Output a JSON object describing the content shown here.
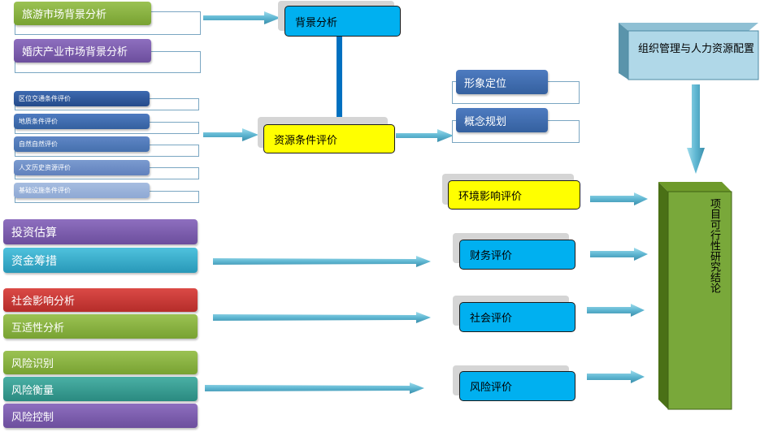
{
  "left_groups": {
    "market": [
      "旅游市场背景分析",
      "婚庆产业市场背景分析"
    ],
    "conditions": [
      "区位交通条件评价",
      "地质条件评价",
      "自然自然评价",
      "人文历史资源评价",
      "基础设施条件评价"
    ],
    "investment": [
      "投资估算",
      "资金筹措"
    ],
    "social": [
      "社会影响分析",
      "互适性分析"
    ],
    "risk": [
      "风险识别",
      "风险衡量",
      "风险控制"
    ]
  },
  "nodes": {
    "background": "背景分析",
    "resource": "资源条件评价",
    "positioning": "形象定位",
    "concept": "概念规划",
    "environment": "环境影响评价",
    "finance": "财务评价",
    "society": "社会评价",
    "risk": "风险评价",
    "org": "组织管理与人力资源配置",
    "conclusion": "项目可行性研究结论"
  }
}
